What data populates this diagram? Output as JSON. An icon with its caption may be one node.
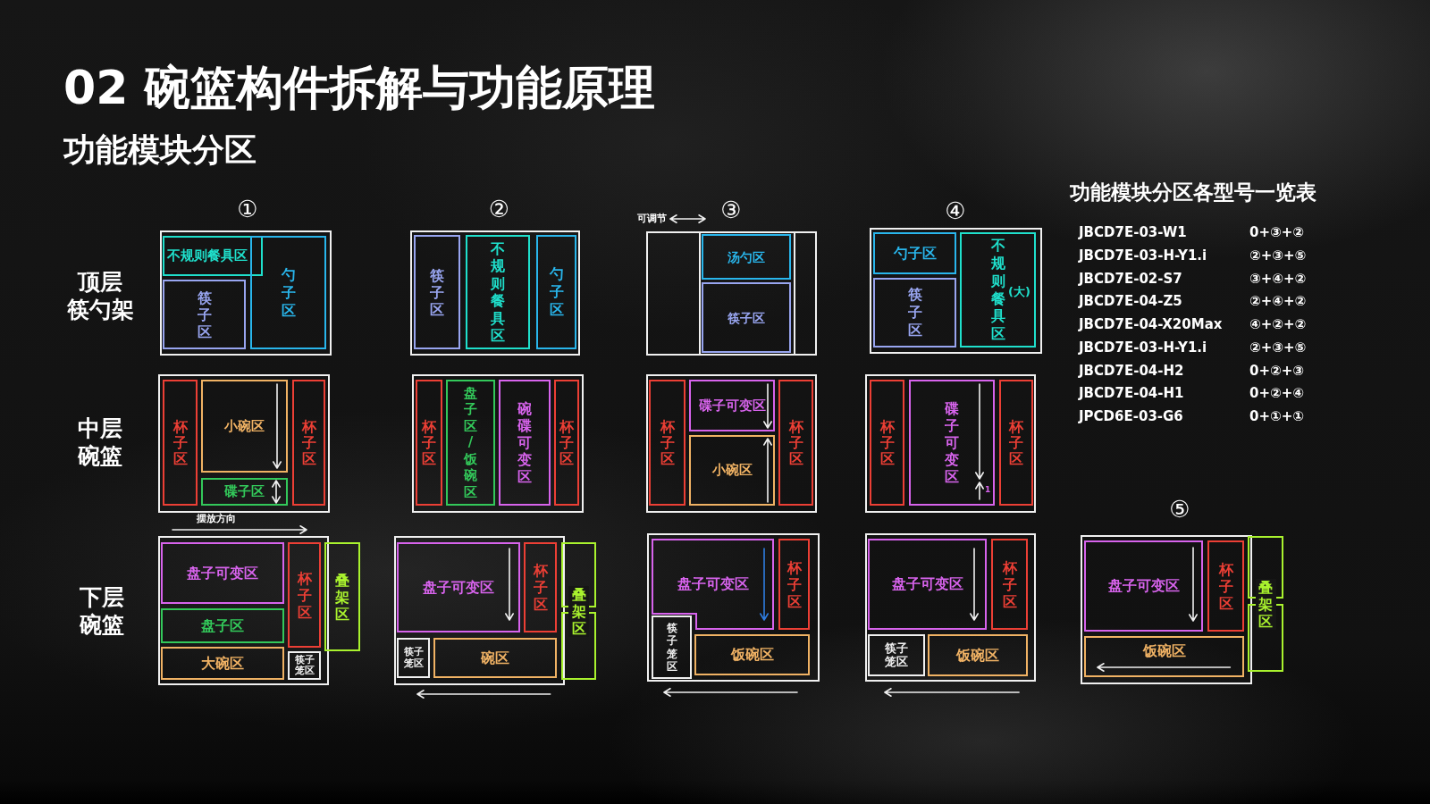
{
  "diagram": {
    "title": "02 碗篮构件拆解与功能原理",
    "nodes": [
      {
        "text": [],
        "shape": "box"
      },
      {
        "text": [
          "不规则餐具区"
        ],
        "in": 0
      },
      {
        "text": [
          "筷子区"
        ],
        "in": 0
      },
      {
        "text": [
          "勺子区"
        ],
        "in": 0
      },
      {
        "text": [],
        "shape": "box"
      },
      {
        "text": [
          "筷子区"
        ],
        "in": 4
      },
      {
        "text": [
          "不规则餐具区"
        ],
        "in": 4
      },
      {
        "text": [
          "勺子区"
        ],
        "in": 4
      },
      {
        "text": [],
        "shape": "box"
      },
      {
        "text": [
          "汤勺区"
        ],
        "in": 8
      },
      {
        "text": [
          "筷子区"
        ],
        "in": 8
      },
      {
        "text": [],
        "shape": "box"
      },
      {
        "text": [
          "勺子区"
        ],
        "in": 11
      },
      {
        "text": [
          "筷子区"
        ],
        "in": 11
      },
      {
        "text": [
          "不规则餐具区",
          "(大)"
        ],
        "in": 11
      },
      {
        "text": [],
        "shape": "box"
      },
      {
        "text": [
          "杯子区"
        ],
        "in": 15
      },
      {
        "text": [
          "小碗区"
        ],
        "in": 15
      },
      {
        "text": [
          "碟子区"
        ],
        "in": 15
      },
      {
        "text": [
          "杯子区"
        ],
        "in": 15
      },
      {
        "text": [],
        "shape": "box"
      },
      {
        "text": [
          "杯子区"
        ],
        "in": 20
      },
      {
        "text": [
          "盘子区/饭碗区"
        ],
        "in": 20
      },
      {
        "text": [
          "碗碟可变区"
        ],
        "in": 20
      },
      {
        "text": [
          "杯子区"
        ],
        "in": 20
      },
      {
        "text": [],
        "shape": "box"
      },
      {
        "text": [
          "杯子区"
        ],
        "in": 25
      },
      {
        "text": [
          "碟子可变区"
        ],
        "in": 25
      },
      {
        "text": [
          "小碗区"
        ],
        "in": 25
      },
      {
        "text": [
          "杯子区"
        ],
        "in": 25
      },
      {
        "text": [],
        "shape": "box"
      },
      {
        "text": [
          "杯子区"
        ],
        "in": 30
      },
      {
        "text": [
          "碟子可变区",
          "1"
        ],
        "in": 30
      },
      {
        "text": [
          "杯子区"
        ],
        "in": 30
      },
      {
        "text": [],
        "shape": "box"
      },
      {
        "text": [
          "盘子可变区"
        ],
        "in": 34
      },
      {
        "text": [
          "盘子区"
        ],
        "in": 34
      },
      {
        "text": [
          "大碗区"
        ],
        "in": 34
      },
      {
        "text": [
          "杯子区"
        ],
        "in": 34
      },
      {
        "text": [
          "筷子笼区"
        ],
        "in": 34
      },
      {
        "text": [
          "叠架区"
        ]
      },
      {
        "text": [],
        "shape": "box"
      },
      {
        "text": [
          "盘子可变区"
        ],
        "in": 41
      },
      {
        "text": [
          "杯子区"
        ],
        "in": 41
      },
      {
        "text": [
          "筷子笼区"
        ],
        "in": 41
      },
      {
        "text": [
          "碗区"
        ],
        "in": 41
      },
      {
        "text": [
          "叠架区"
        ]
      },
      {
        "text": [],
        "shape": "box"
      },
      {
        "text": [
          "盘子可变区"
        ],
        "in": 47
      },
      {
        "text": [
          "杯子区"
        ],
        "in": 47
      },
      {
        "text": [
          "筷子笼区"
        ],
        "in": 47
      },
      {
        "text": [
          "饭碗区"
        ],
        "in": 47
      },
      {
        "text": [],
        "shape": "box"
      },
      {
        "text": [
          "盘子可变区"
        ],
        "in": 52
      },
      {
        "text": [
          "杯子区"
        ],
        "in": 52
      },
      {
        "text": [
          "筷子笼区"
        ],
        "in": 52
      },
      {
        "text": [
          "饭碗区"
        ],
        "in": 52
      },
      {
        "text": [],
        "shape": "box"
      },
      {
        "text": [
          "盘子可变区"
        ],
        "in": 57
      },
      {
        "text": [
          "杯子区"
        ],
        "in": 57
      },
      {
        "text": [
          "饭碗区"
        ],
        "in": 57
      },
      {
        "text": [
          "叠架区"
        ]
      }
    ],
    "labels": [
      "功能模块分区",
      "①",
      "②",
      "可调节",
      "③",
      "④",
      "顶层筷勺架",
      "中层碗篮",
      "摆放方向",
      "下层碗篮",
      "⑤",
      "功能模块分区各型号一览表",
      "JBCD7E-03-W1",
      "0+③+②",
      "JBCD7E-03-H-Y1.i",
      "②+③+⑤",
      "JBCD7E-02-S7",
      "③+④+②",
      "JBCD7E-04-Z5",
      "②+④+②",
      "JBCD7E-04-X20Max",
      "④+②+②",
      "JBCD7E-03-H-Y1.i",
      "②+③+⑤",
      "JBCD7E-04-H2",
      "0+②+③",
      "JBCD7E-04-H1",
      "0+②+④",
      "JPCD6E-03-G6",
      "0+①+①"
    ]
  }
}
